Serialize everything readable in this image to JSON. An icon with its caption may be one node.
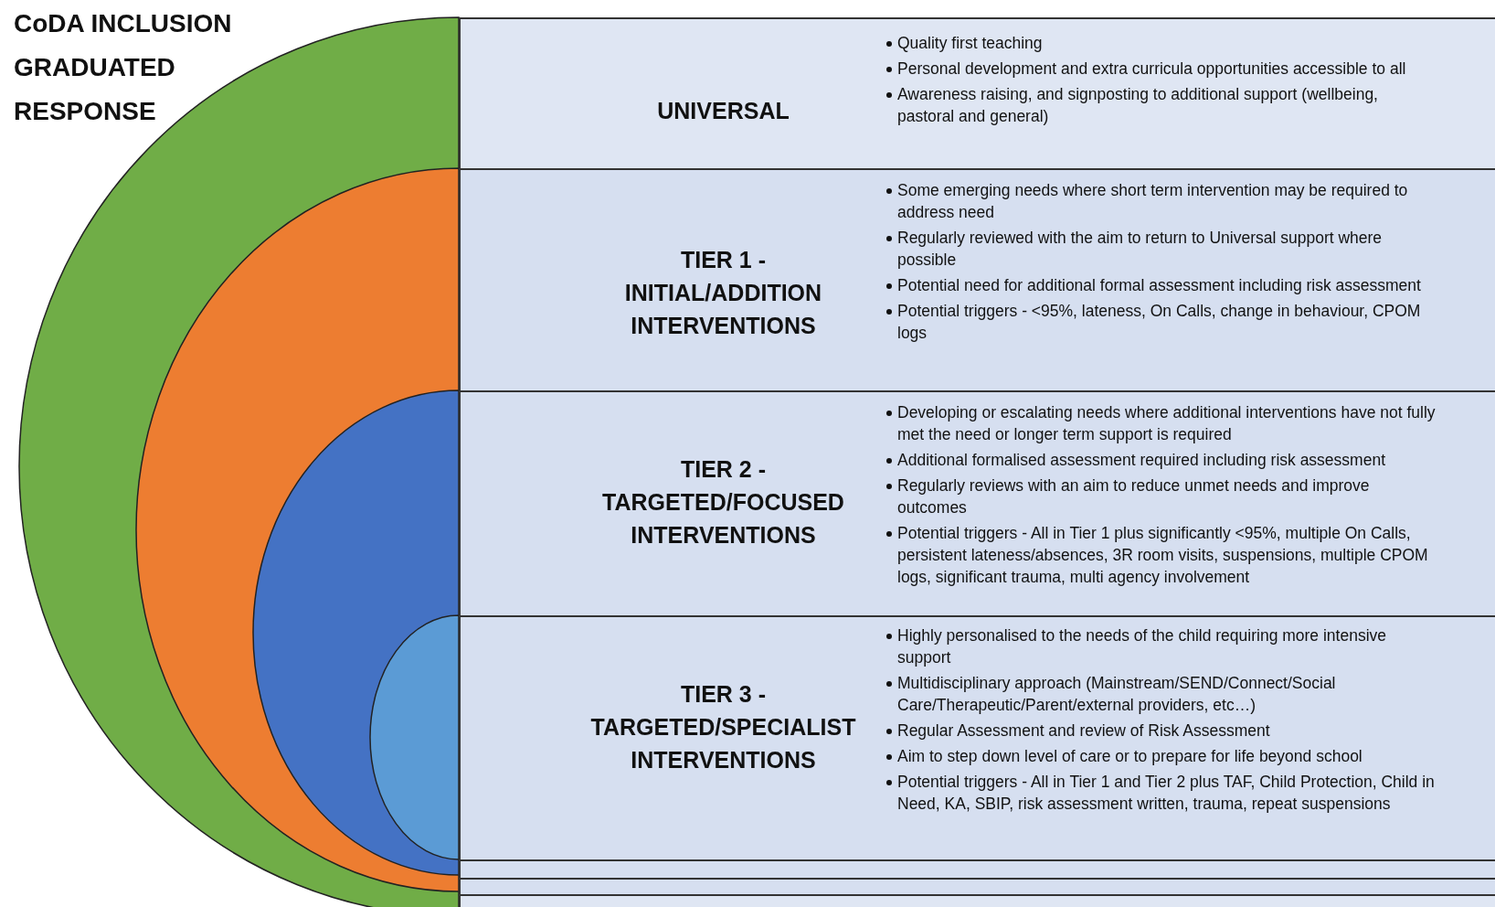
{
  "diagram": {
    "title": "CoDA INCLUSION GRADUATED RESPONSE",
    "nodes": [
      {
        "text": [
          "UNIVERSAL",
          "Quality first teaching",
          "Personal development and extra curricula opportunities accessible to all",
          "Awareness raising, and signposting to additional support (wellbeing, pastoral and general)"
        ]
      },
      {
        "text": [
          "TIER 1 - INITIAL/ADDITION INTERVENTIONS",
          "Some emerging needs where short term intervention may be required to address need",
          "Regularly reviewed with the aim to return to Universal support where possible",
          "Potential need for additional formal assessment including risk assessment",
          "Potential triggers - <95%, lateness, On Calls, change in behaviour, CPOM logs"
        ]
      },
      {
        "text": [
          "TIER 2 - TARGETED/FOCUSED INTERVENTIONS",
          "Developing or escalating needs where additional interventions have not fully met the need or longer term support is required",
          "Additional formalised assessment required including risk assessment",
          "Regularly reviews with an aim to reduce unmet needs and improve outcomes",
          "Potential triggers - All in Tier 1 plus significantly <95%, multiple On Calls, persistent lateness/absences, 3R room visits, suspensions, multiple CPOM logs, significant trauma, multi agency involvement"
        ]
      },
      {
        "text": [
          "TIER 3 - TARGETED/SPECIALIST INTERVENTIONS",
          "Highly personalised to the needs of the child requiring more intensive support",
          "Multidisciplinary approach (Mainstream/SEND/Connect/Social Care/Therapeutic/Parent/external providers, etc…)",
          "Regular Assessment and review of Risk Assessment",
          "Aim to step down level of care or to prepare for life beyond school",
          "Potential triggers - All in Tier 1 and Tier 2 plus TAF, Child Protection, Child in Need, KA, SBIP, risk assessment written, trauma, repeat suspensions"
        ]
      },
      {
        "text": [],
        "shape": "box"
      },
      {
        "text": [],
        "shape": "box"
      },
      {
        "text": [],
        "shape": "box"
      }
    ],
    "edges": []
  }
}
